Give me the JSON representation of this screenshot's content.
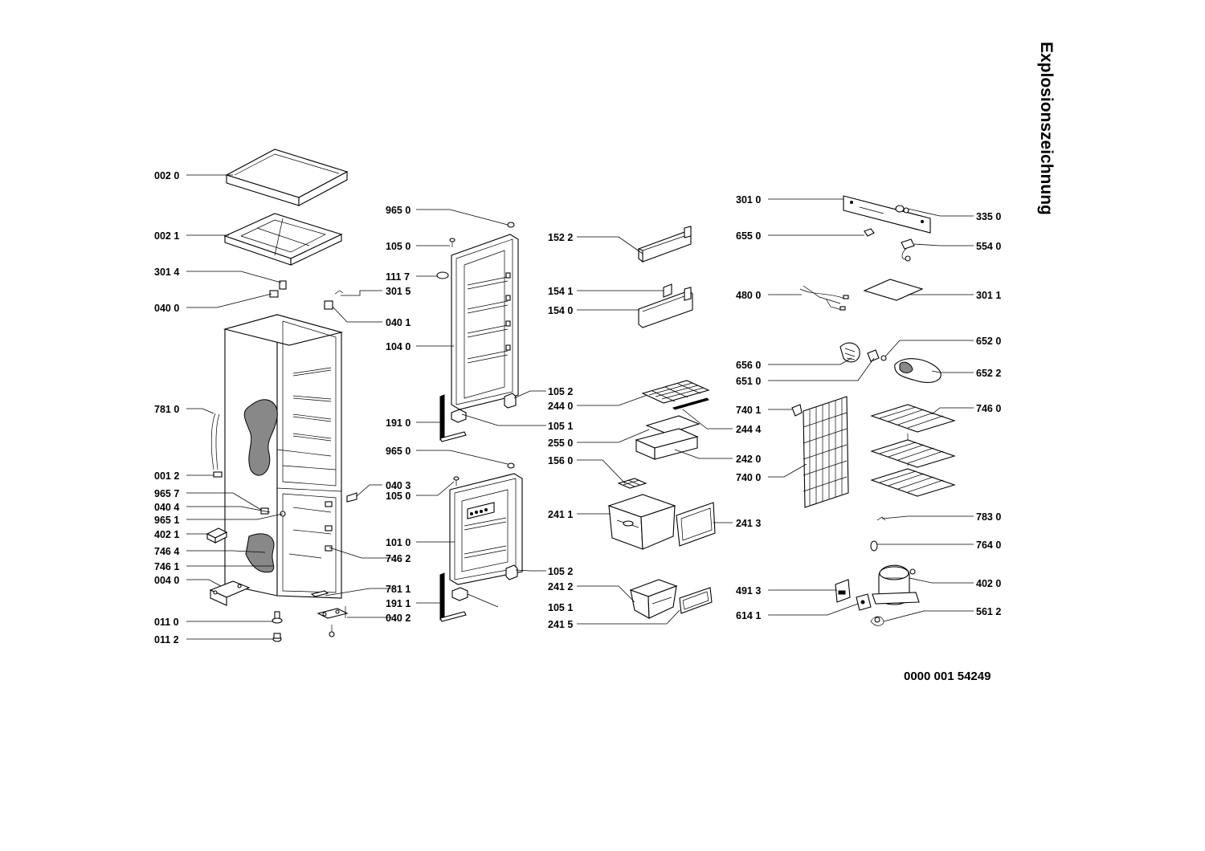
{
  "title": "Explosionszeichnung",
  "document_number": "0000 001 54249",
  "labels": {
    "l_002_0": "002 0",
    "l_002_1": "002 1",
    "l_301_4": "301 4",
    "l_040_0": "040 0",
    "l_781_0": "781 0",
    "l_001_2": "001 2",
    "l_965_7": "965 7",
    "l_040_4": "040 4",
    "l_965_1": "965 1",
    "l_402_1": "402 1",
    "l_746_4": "746 4",
    "l_746_1": "746 1",
    "l_004_0": "004 0",
    "l_011_0": "011 0",
    "l_011_2": "011 2",
    "l_301_5": "301 5",
    "l_040_1": "040 1",
    "l_040_3": "040 3",
    "l_746_2": "746 2",
    "l_781_1": "781 1",
    "l_040_2": "040 2",
    "l_965_0a": "965 0",
    "l_105_0a": "105 0",
    "l_111_7": "111 7",
    "l_104_0": "104 0",
    "l_191_0": "191 0",
    "l_965_0b": "965 0",
    "l_105_0b": "105 0",
    "l_101_0": "101 0",
    "l_191_1": "191 1",
    "l_105_2a": "105 2",
    "l_105_1a": "105 1",
    "l_105_2b": "105 2",
    "l_105_1b": "105 1",
    "l_152_2": "152 2",
    "l_154_1": "154 1",
    "l_154_0": "154 0",
    "l_244_0": "244 0",
    "l_255_0": "255 0",
    "l_156_0": "156 0",
    "l_241_1": "241 1",
    "l_241_2": "241 2",
    "l_241_5": "241 5",
    "l_244_4": "244 4",
    "l_242_0": "242 0",
    "l_241_3": "241 3",
    "l_301_0": "301 0",
    "l_655_0": "655 0",
    "l_480_0": "480 0",
    "l_656_0": "656 0",
    "l_651_0": "651 0",
    "l_740_1": "740 1",
    "l_740_0": "740 0",
    "l_491_3": "491 3",
    "l_614_1": "614 1",
    "l_335_0": "335 0",
    "l_554_0": "554 0",
    "l_301_1": "301 1",
    "l_652_0": "652 0",
    "l_652_2": "652 2",
    "l_746_0": "746 0",
    "l_783_0": "783 0",
    "l_764_0": "764 0",
    "l_402_0": "402 0",
    "l_561_2": "561 2"
  }
}
